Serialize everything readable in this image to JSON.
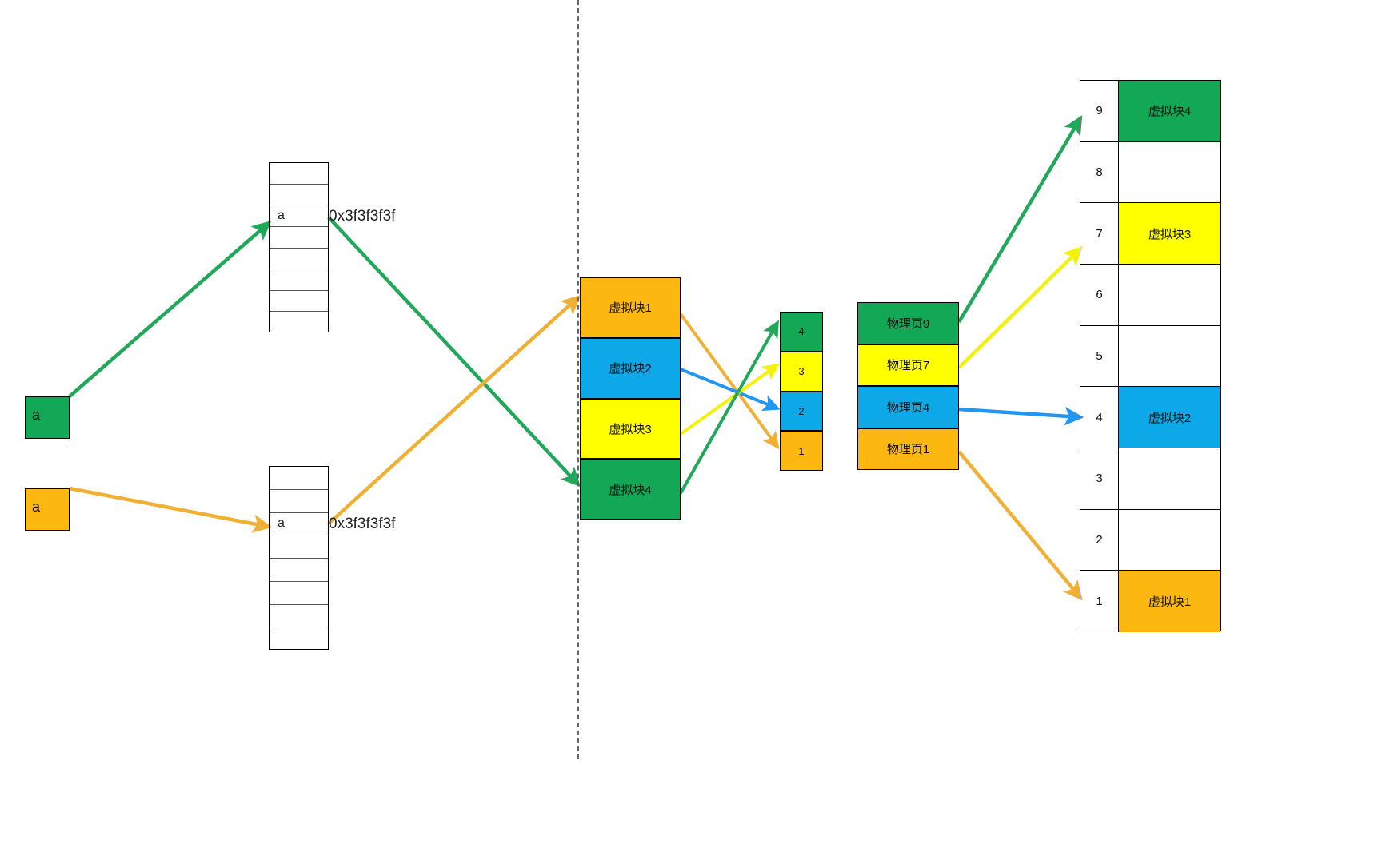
{
  "diagram": {
    "title": "virtual-memory-paging-diagram",
    "divider": {
      "name": "process-separator",
      "style": "dashed-vertical"
    },
    "colors": {
      "green": "#12a855",
      "orange": "#fcb711",
      "blue": "#0ca8e8",
      "yellow": "#ffff00",
      "arrow_green": "#21a85a",
      "arrow_orange": "#efb034",
      "arrow_blue": "#2196f3",
      "arrow_yellow": "#f2f20d",
      "border": "#000000"
    }
  },
  "left": {
    "vars": [
      {
        "label": "a",
        "color": "#12a855",
        "name": "var-a-green"
      },
      {
        "label": "a",
        "color": "#fcb711",
        "name": "var-a-orange"
      }
    ],
    "stacks": [
      {
        "name": "stack-process-1",
        "value_cell_index": 2,
        "value": "a",
        "address": "0x3f3f3f3f",
        "rows": 8
      },
      {
        "name": "stack-process-2",
        "value_cell_index": 2,
        "value": "a",
        "address": "0x3f3f3f3f",
        "rows": 8
      }
    ]
  },
  "virtual_blocks": {
    "name": "virtual-block-column",
    "items": [
      {
        "label": "虚拟块1",
        "color": "#fcb711"
      },
      {
        "label": "虚拟块2",
        "color": "#0ca8e8"
      },
      {
        "label": "虚拟块3",
        "color": "#ffff00"
      },
      {
        "label": "虚拟块4",
        "color": "#12a855"
      }
    ]
  },
  "index_column": {
    "name": "page-index-column",
    "items": [
      {
        "label": "4",
        "color": "#12a855"
      },
      {
        "label": "3",
        "color": "#ffff00"
      },
      {
        "label": "2",
        "color": "#0ca8e8"
      },
      {
        "label": "1",
        "color": "#fcb711"
      }
    ]
  },
  "physical_pages": {
    "name": "physical-page-column",
    "items": [
      {
        "label": "物理页9",
        "color": "#12a855"
      },
      {
        "label": "物理页7",
        "color": "#ffff00"
      },
      {
        "label": "物理页4",
        "color": "#0ca8e8"
      },
      {
        "label": "物理页1",
        "color": "#fcb711"
      }
    ]
  },
  "memory_table": {
    "name": "physical-memory-table",
    "rows": [
      {
        "index": "9",
        "label": "虚拟块4",
        "color": "#12a855"
      },
      {
        "index": "8",
        "label": "",
        "color": "#ffffff"
      },
      {
        "index": "7",
        "label": "虚拟块3",
        "color": "#ffff00"
      },
      {
        "index": "6",
        "label": "",
        "color": "#ffffff"
      },
      {
        "index": "5",
        "label": "",
        "color": "#ffffff"
      },
      {
        "index": "4",
        "label": "虚拟块2",
        "color": "#0ca8e8"
      },
      {
        "index": "3",
        "label": "",
        "color": "#ffffff"
      },
      {
        "index": "2",
        "label": "",
        "color": "#ffffff"
      },
      {
        "index": "1",
        "label": "虚拟块1",
        "color": "#fcb711"
      }
    ]
  },
  "arrows": [
    {
      "name": "arrow-var-green-to-stack1",
      "color": "#21a85a"
    },
    {
      "name": "arrow-var-orange-to-stack2",
      "color": "#efb034"
    },
    {
      "name": "arrow-stack1-to-virtual-block4",
      "color": "#21a85a"
    },
    {
      "name": "arrow-stack2-to-virtual-block1",
      "color": "#efb034"
    },
    {
      "name": "arrow-vblock1-to-index1",
      "color": "#efb034"
    },
    {
      "name": "arrow-vblock2-to-index2",
      "color": "#2196f3"
    },
    {
      "name": "arrow-vblock3-to-index3",
      "color": "#f2f20d"
    },
    {
      "name": "arrow-vblock4-to-index4",
      "color": "#21a85a"
    },
    {
      "name": "arrow-page9-to-mem9",
      "color": "#21a85a"
    },
    {
      "name": "arrow-page7-to-mem7",
      "color": "#f2f20d"
    },
    {
      "name": "arrow-page4-to-mem4",
      "color": "#2196f3"
    },
    {
      "name": "arrow-page1-to-mem1",
      "color": "#efb034"
    }
  ]
}
